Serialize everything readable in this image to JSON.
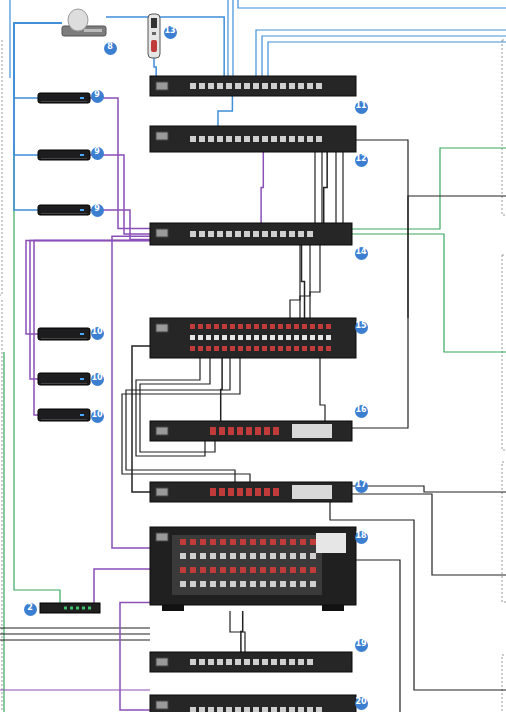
{
  "diagram": {
    "nodes": [
      {
        "text": [
          "13"
        ]
      },
      {
        "text": [
          "8"
        ]
      },
      {
        "text": [
          "11"
        ]
      },
      {
        "text": [
          "9"
        ]
      },
      {
        "text": [
          "12"
        ]
      },
      {
        "text": [
          "9"
        ]
      },
      {
        "text": [
          "9"
        ]
      },
      {
        "text": [
          "14"
        ]
      },
      {
        "text": [
          "10"
        ]
      },
      {
        "text": [
          "15"
        ]
      },
      {
        "text": [
          "10"
        ]
      },
      {
        "text": [
          "10"
        ]
      },
      {
        "text": [
          "16"
        ]
      },
      {
        "text": [
          "17"
        ]
      },
      {
        "text": [
          "18"
        ]
      },
      {
        "text": [
          "2"
        ]
      },
      {
        "text": [
          "19"
        ]
      },
      {
        "text": [
          "20"
        ]
      }
    ],
    "edges": [
      {
        "from": 0,
        "to": 2,
        "arrow": "none"
      },
      {
        "from": 1,
        "to": 2,
        "arrow": "none"
      },
      {
        "from": 2,
        "to": 4,
        "arrow": "none"
      },
      {
        "from": 1,
        "to": 3,
        "arrow": "none"
      },
      {
        "from": 1,
        "to": 5,
        "arrow": "none"
      },
      {
        "from": 1,
        "to": 6,
        "arrow": "none"
      },
      {
        "from": 3,
        "to": 7,
        "arrow": "none"
      },
      {
        "from": 5,
        "to": 7,
        "arrow": "none"
      },
      {
        "from": 6,
        "to": 7,
        "arrow": "none"
      },
      {
        "from": 4,
        "to": 7,
        "arrow": "none"
      },
      {
        "from": 4,
        "to": 7,
        "arrow": "none"
      },
      {
        "from": 7,
        "to": 8,
        "arrow": "none"
      },
      {
        "from": 7,
        "to": 10,
        "arrow": "none"
      },
      {
        "from": 7,
        "to": 11,
        "arrow": "none"
      },
      {
        "from": 7,
        "to": 9,
        "arrow": "none"
      },
      {
        "from": 9,
        "to": 12,
        "arrow": "none"
      },
      {
        "from": 9,
        "to": 13,
        "arrow": "none"
      },
      {
        "from": 7,
        "to": 14,
        "arrow": "none"
      },
      {
        "from": 15,
        "to": 14,
        "arrow": "none"
      },
      {
        "from": 14,
        "to": 16,
        "arrow": "none"
      },
      {
        "from": 14,
        "to": 17,
        "arrow": "none"
      }
    ]
  }
}
